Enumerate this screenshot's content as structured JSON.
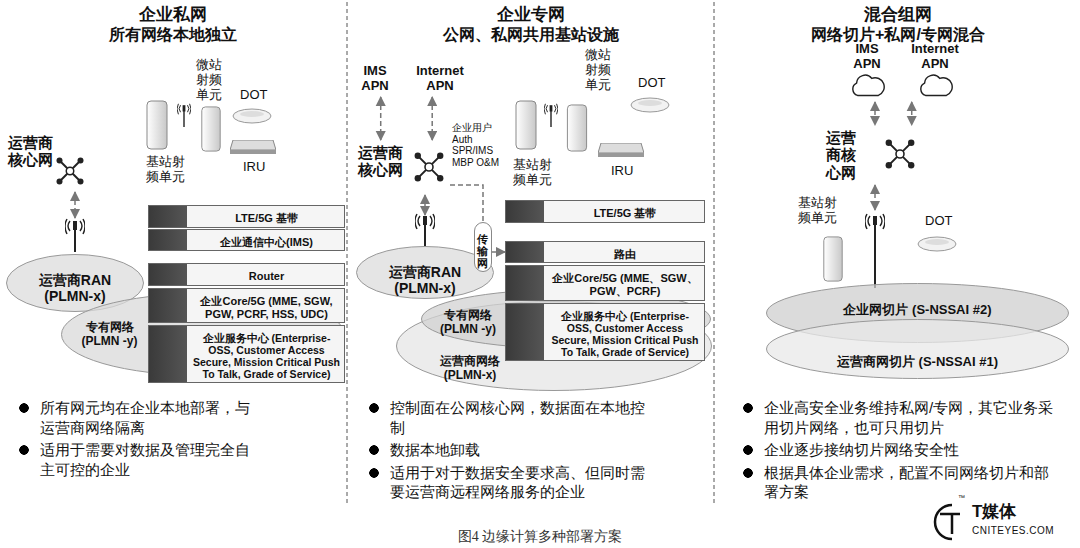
{
  "diagram": {
    "caption": "图4 边缘计算多种部署方案",
    "nodes": [
      {
        "text": [
          "企业私网",
          "所有网络本地独立"
        ]
      },
      {
        "text": [
          "运营商核心网"
        ],
        "in": 0
      },
      {
        "text": [
          "运营商RAN (PLMN-x)"
        ],
        "in": 0
      },
      {
        "text": [
          "专有网络 (PLMN -y)"
        ],
        "in": 0
      },
      {
        "text": [
          "LTE/5G 基带"
        ],
        "in": 0
      },
      {
        "text": [
          "企业通信中心(IMS)"
        ],
        "in": 0
      },
      {
        "text": [
          "Router"
        ],
        "in": 0
      },
      {
        "text": [
          "企业Core/5G (MME, SGW, PGW, PCRF, HSS, UDC)"
        ],
        "in": 0
      },
      {
        "text": [
          "企业服务中心 (Enterprise-OSS, Customer Access Secure, Mission Critical Push To Talk, Grade of Service)"
        ],
        "in": 0
      },
      {
        "text": [
          "企业专网",
          "公网、私网共用基站设施"
        ]
      },
      {
        "text": [
          "IMS APN"
        ],
        "in": 9
      },
      {
        "text": [
          "Internet APN"
        ],
        "in": 9
      },
      {
        "text": [
          "运营商核心网"
        ],
        "in": 9
      },
      {
        "text": [
          "运营商RAN (PLMN-x)"
        ],
        "in": 9
      },
      {
        "text": [
          "传输网"
        ],
        "in": 9
      },
      {
        "text": [
          "运营商网络 (PLMN-x)"
        ],
        "in": 9
      },
      {
        "text": [
          "专有网络 (PLMN -y)"
        ],
        "in": 9
      },
      {
        "text": [
          "LTE/5G 基带"
        ],
        "in": 9
      },
      {
        "text": [
          "路由"
        ],
        "in": 9
      },
      {
        "text": [
          "企业Core/5G (MME、SGW、PGW、PCRF)"
        ],
        "in": 9
      },
      {
        "text": [
          "企业服务中心 (Enterprise-OSS, Customer Access Secure, Mission Critical Push To Talk, Grade of Service)"
        ],
        "in": 9
      },
      {
        "text": [
          "混合组网",
          "网络切片+私网/专网混合"
        ]
      },
      {
        "text": [
          "IMS APN"
        ],
        "in": 21
      },
      {
        "text": [
          "Internet APN"
        ],
        "in": 21
      },
      {
        "text": [
          "运营商核心网"
        ],
        "in": 21
      },
      {
        "text": [
          "企业网切片 (S-NSSAI #2)"
        ],
        "in": 21
      },
      {
        "text": [
          "运营商网切片 (S-NSSAI #1)"
        ],
        "in": 21
      }
    ],
    "edges": [
      {
        "from": 1,
        "to": 2,
        "arrow": "both"
      },
      {
        "from": 10,
        "to": 12,
        "arrow": "both"
      },
      {
        "from": 11,
        "to": 12,
        "arrow": "both"
      },
      {
        "from": 12,
        "to": 13,
        "arrow": "both"
      },
      {
        "from": 12,
        "to": 14,
        "label": "企业用户 Auth SPR/IMS MBP O&M",
        "arrow": "none"
      },
      {
        "from": 14,
        "to": 18,
        "arrow": "to"
      },
      {
        "from": 22,
        "to": 24,
        "arrow": "both"
      },
      {
        "from": 23,
        "to": 24,
        "arrow": "both"
      }
    ],
    "labels": [
      "微站射频单元",
      "DOT",
      "基站射频单元",
      "IRU",
      "所有网元均在企业本地部署，与运营商网络隔离",
      "适用于需要对数据及管理完全自主可控的企业",
      "微站射频单元",
      "DOT",
      "基站射频单元",
      "IRU",
      "控制面在公网核心网，数据面在本地控制",
      "数据本地卸载",
      "适用于对于数据安全要求高、但同时需要运营商远程网络服务的企业",
      "基站射频单元",
      "DOT",
      "企业高安全业务维持私网/专网，其它业务采用切片网络，也可只用切片",
      "企业逐步接纳切片网络安全性",
      "根据具体企业需求，配置不同网络切片和部署方案",
      "T媒体",
      "CNITEYES.COM",
      "™"
    ]
  }
}
